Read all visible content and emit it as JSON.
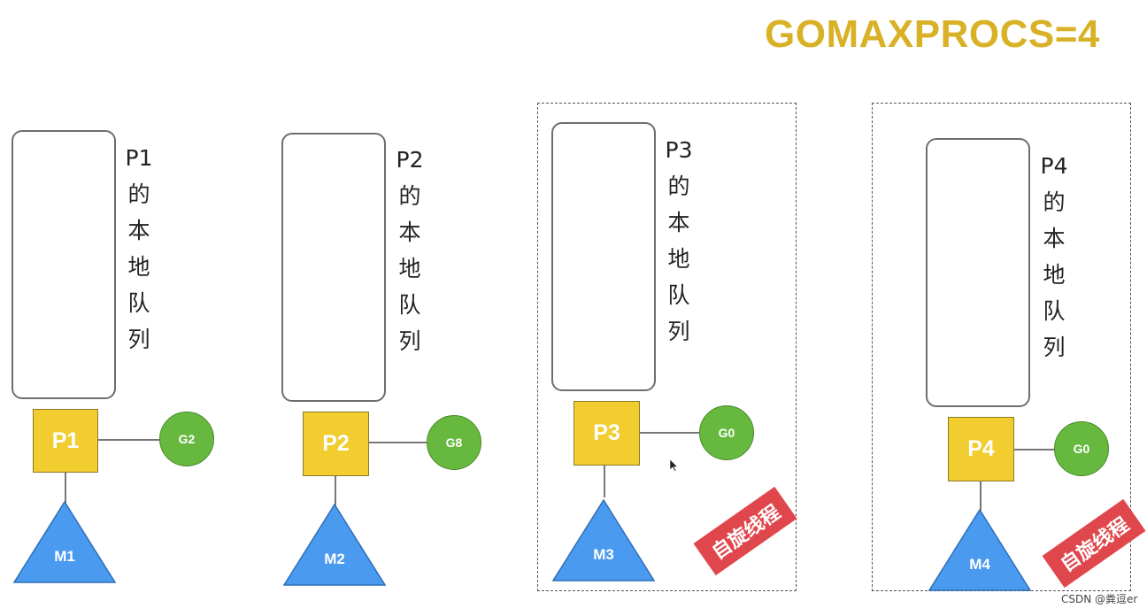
{
  "title": "GOMAXPROCS=4",
  "colors": {
    "title": "#d9b126",
    "processor": "#f2cd2f",
    "goroutine": "#67b83e",
    "machine": "#4a9af0",
    "badge": "#e0474c"
  },
  "groups": [
    {
      "processor": "P1",
      "goroutine": "G2",
      "machine": "M1",
      "queue_label": [
        "P1",
        "的",
        "本",
        "地",
        "队",
        "列"
      ]
    },
    {
      "processor": "P2",
      "goroutine": "G8",
      "machine": "M2",
      "queue_label": [
        "P2",
        "的",
        "本",
        "地",
        "队",
        "列"
      ]
    },
    {
      "processor": "P3",
      "goroutine": "G0",
      "machine": "M3",
      "queue_label": [
        "P3",
        "的",
        "本",
        "地",
        "队",
        "列"
      ],
      "badge": "自旋线程"
    },
    {
      "processor": "P4",
      "goroutine": "G0",
      "machine": "M4",
      "queue_label": [
        "P4",
        "的",
        "本",
        "地",
        "队",
        "列"
      ],
      "badge": "自旋线程"
    }
  ],
  "watermark": "CSDN @粪逗er"
}
